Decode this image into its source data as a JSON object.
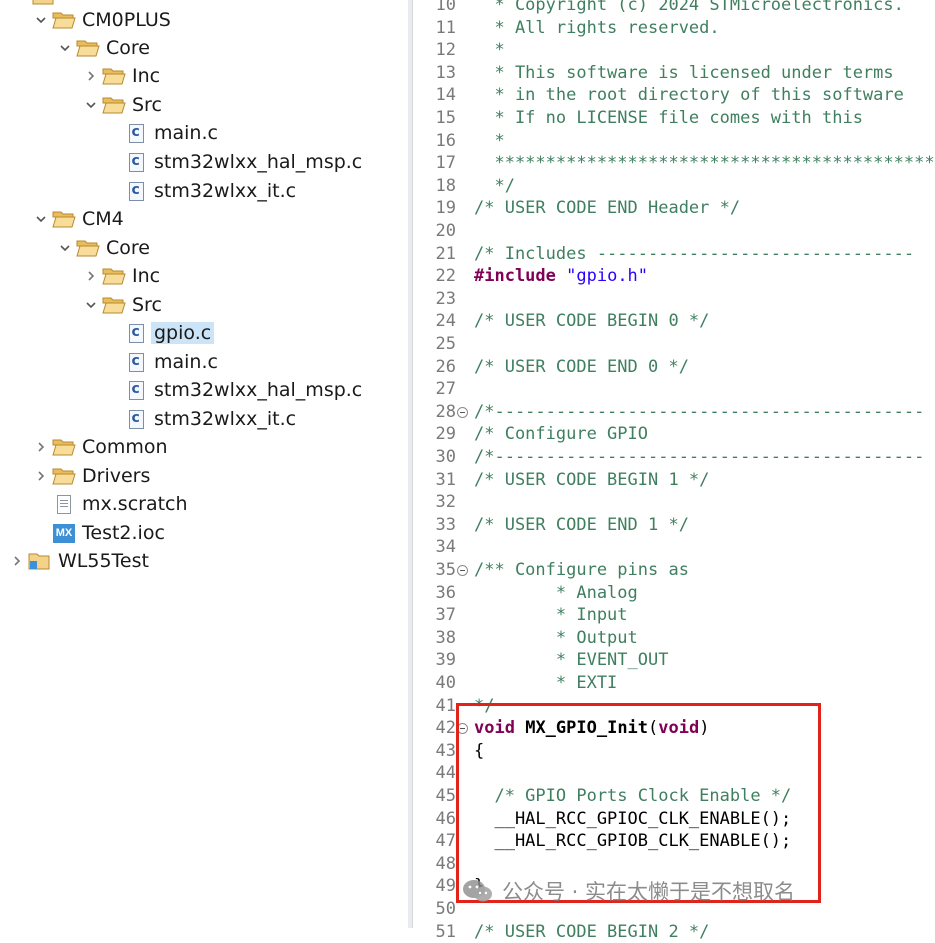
{
  "project_tree": {
    "items": [
      {
        "label": "CM0PLUS",
        "icon": "folder-open-icon",
        "expanded": true
      },
      {
        "label": "Core",
        "icon": "folder-open-icon",
        "expanded": true
      },
      {
        "label": "Inc",
        "icon": "folder-open-icon",
        "expanded": false
      },
      {
        "label": "Src",
        "icon": "folder-open-icon",
        "expanded": true
      },
      {
        "label": "main.c",
        "icon": "c-file-icon"
      },
      {
        "label": "stm32wlxx_hal_msp.c",
        "icon": "c-file-icon"
      },
      {
        "label": "stm32wlxx_it.c",
        "icon": "c-file-icon"
      },
      {
        "label": "CM4",
        "icon": "folder-open-icon",
        "expanded": true
      },
      {
        "label": "Core",
        "icon": "folder-open-icon",
        "expanded": true
      },
      {
        "label": "Inc",
        "icon": "folder-open-icon",
        "expanded": false
      },
      {
        "label": "Src",
        "icon": "folder-open-icon",
        "expanded": true
      },
      {
        "label": "gpio.c",
        "icon": "c-file-icon",
        "selected": true
      },
      {
        "label": "main.c",
        "icon": "c-file-icon"
      },
      {
        "label": "stm32wlxx_hal_msp.c",
        "icon": "c-file-icon"
      },
      {
        "label": "stm32wlxx_it.c",
        "icon": "c-file-icon"
      },
      {
        "label": "Common",
        "icon": "folder-open-icon",
        "expanded": false
      },
      {
        "label": "Drivers",
        "icon": "folder-open-icon",
        "expanded": false
      },
      {
        "label": "mx.scratch",
        "icon": "text-file-icon"
      },
      {
        "label": "Test2.ioc",
        "icon": "mx-file-icon",
        "icon_text": "MX"
      },
      {
        "label": "WL55Test",
        "icon": "project-icon",
        "expanded": false
      }
    ]
  },
  "editor": {
    "lines": [
      {
        "n": "10",
        "fold": false,
        "segs": [
          {
            "t": "  * Copyright (c) 2024 STMicroelectronics.",
            "c": "comment"
          }
        ]
      },
      {
        "n": "11",
        "fold": false,
        "segs": [
          {
            "t": "  * All rights reserved.",
            "c": "comment"
          }
        ]
      },
      {
        "n": "12",
        "fold": false,
        "segs": [
          {
            "t": "  *",
            "c": "comment"
          }
        ]
      },
      {
        "n": "13",
        "fold": false,
        "segs": [
          {
            "t": "  * This software is licensed under terms",
            "c": "comment"
          }
        ]
      },
      {
        "n": "14",
        "fold": false,
        "segs": [
          {
            "t": "  * in the root directory of this software",
            "c": "comment"
          }
        ]
      },
      {
        "n": "15",
        "fold": false,
        "segs": [
          {
            "t": "  * If no LICENSE file comes with this",
            "c": "comment"
          }
        ]
      },
      {
        "n": "16",
        "fold": false,
        "segs": [
          {
            "t": "  *",
            "c": "comment"
          }
        ]
      },
      {
        "n": "17",
        "fold": false,
        "segs": [
          {
            "t": "  *******************************************",
            "c": "comment"
          }
        ]
      },
      {
        "n": "18",
        "fold": false,
        "segs": [
          {
            "t": "  */",
            "c": "comment"
          }
        ]
      },
      {
        "n": "19",
        "fold": false,
        "segs": [
          {
            "t": "/* USER CODE END Header */",
            "c": "comment"
          }
        ]
      },
      {
        "n": "20",
        "fold": false,
        "segs": []
      },
      {
        "n": "21",
        "fold": false,
        "segs": [
          {
            "t": "/* Includes -------------------------------",
            "c": "comment"
          }
        ]
      },
      {
        "n": "22",
        "fold": false,
        "segs": [
          {
            "t": "#include",
            "c": "kw"
          },
          {
            "t": " ",
            "c": "plain"
          },
          {
            "t": "\"gpio.h\"",
            "c": "str"
          }
        ]
      },
      {
        "n": "23",
        "fold": false,
        "segs": []
      },
      {
        "n": "24",
        "fold": false,
        "segs": [
          {
            "t": "/* USER CODE BEGIN 0 */",
            "c": "comment"
          }
        ]
      },
      {
        "n": "25",
        "fold": false,
        "segs": []
      },
      {
        "n": "26",
        "fold": false,
        "segs": [
          {
            "t": "/* USER CODE END 0 */",
            "c": "comment"
          }
        ]
      },
      {
        "n": "27",
        "fold": false,
        "segs": []
      },
      {
        "n": "28",
        "fold": true,
        "segs": [
          {
            "t": "/*------------------------------------------",
            "c": "comment"
          }
        ]
      },
      {
        "n": "29",
        "fold": false,
        "segs": [
          {
            "t": "/* Configure GPIO",
            "c": "comment"
          }
        ]
      },
      {
        "n": "30",
        "fold": false,
        "segs": [
          {
            "t": "/*------------------------------------------",
            "c": "comment"
          }
        ]
      },
      {
        "n": "31",
        "fold": false,
        "segs": [
          {
            "t": "/* USER CODE BEGIN 1 */",
            "c": "comment"
          }
        ]
      },
      {
        "n": "32",
        "fold": false,
        "segs": []
      },
      {
        "n": "33",
        "fold": false,
        "segs": [
          {
            "t": "/* USER CODE END 1 */",
            "c": "comment"
          }
        ]
      },
      {
        "n": "34",
        "fold": false,
        "segs": []
      },
      {
        "n": "35",
        "fold": true,
        "segs": [
          {
            "t": "/** Configure pins as",
            "c": "comment"
          }
        ]
      },
      {
        "n": "36",
        "fold": false,
        "segs": [
          {
            "t": "        * Analog",
            "c": "comment"
          }
        ]
      },
      {
        "n": "37",
        "fold": false,
        "segs": [
          {
            "t": "        * Input",
            "c": "comment"
          }
        ]
      },
      {
        "n": "38",
        "fold": false,
        "segs": [
          {
            "t": "        * Output",
            "c": "comment"
          }
        ]
      },
      {
        "n": "39",
        "fold": false,
        "segs": [
          {
            "t": "        * EVENT_OUT",
            "c": "comment"
          }
        ]
      },
      {
        "n": "40",
        "fold": false,
        "segs": [
          {
            "t": "        * EXTI",
            "c": "comment"
          }
        ]
      },
      {
        "n": "41",
        "fold": false,
        "segs": [
          {
            "t": "*/",
            "c": "comment"
          }
        ]
      },
      {
        "n": "42",
        "fold": true,
        "segs": [
          {
            "t": "void",
            "c": "kw"
          },
          {
            "t": " ",
            "c": "plain"
          },
          {
            "t": "MX_GPIO_Init",
            "c": "fn"
          },
          {
            "t": "(",
            "c": "plain"
          },
          {
            "t": "void",
            "c": "kw"
          },
          {
            "t": ")",
            "c": "plain"
          }
        ]
      },
      {
        "n": "43",
        "fold": false,
        "segs": [
          {
            "t": "{",
            "c": "plain"
          }
        ]
      },
      {
        "n": "44",
        "fold": false,
        "segs": []
      },
      {
        "n": "45",
        "fold": false,
        "segs": [
          {
            "t": "  /* GPIO Ports Clock Enable */",
            "c": "comment"
          }
        ]
      },
      {
        "n": "46",
        "fold": false,
        "segs": [
          {
            "t": "  __HAL_RCC_GPIOC_CLK_ENABLE();",
            "c": "plain"
          }
        ]
      },
      {
        "n": "47",
        "fold": false,
        "segs": [
          {
            "t": "  __HAL_RCC_GPIOB_CLK_ENABLE();",
            "c": "plain"
          }
        ]
      },
      {
        "n": "48",
        "fold": false,
        "segs": []
      },
      {
        "n": "49",
        "fold": false,
        "segs": [
          {
            "t": "}",
            "c": "plain"
          }
        ]
      },
      {
        "n": "50",
        "fold": false,
        "segs": []
      },
      {
        "n": "51",
        "fold": false,
        "segs": [
          {
            "t": "/* USER CODE BEGIN 2 */",
            "c": "comment"
          }
        ]
      }
    ]
  },
  "watermark": {
    "text": "公众号 · 实在太懒于是不想取名",
    "icon": "wechat-icon"
  },
  "colors": {
    "highlight_box": "#e2231a",
    "comment": "#3f7f5f",
    "keyword": "#7f0055",
    "string": "#2a00ff",
    "selection": "#cce4f7"
  }
}
